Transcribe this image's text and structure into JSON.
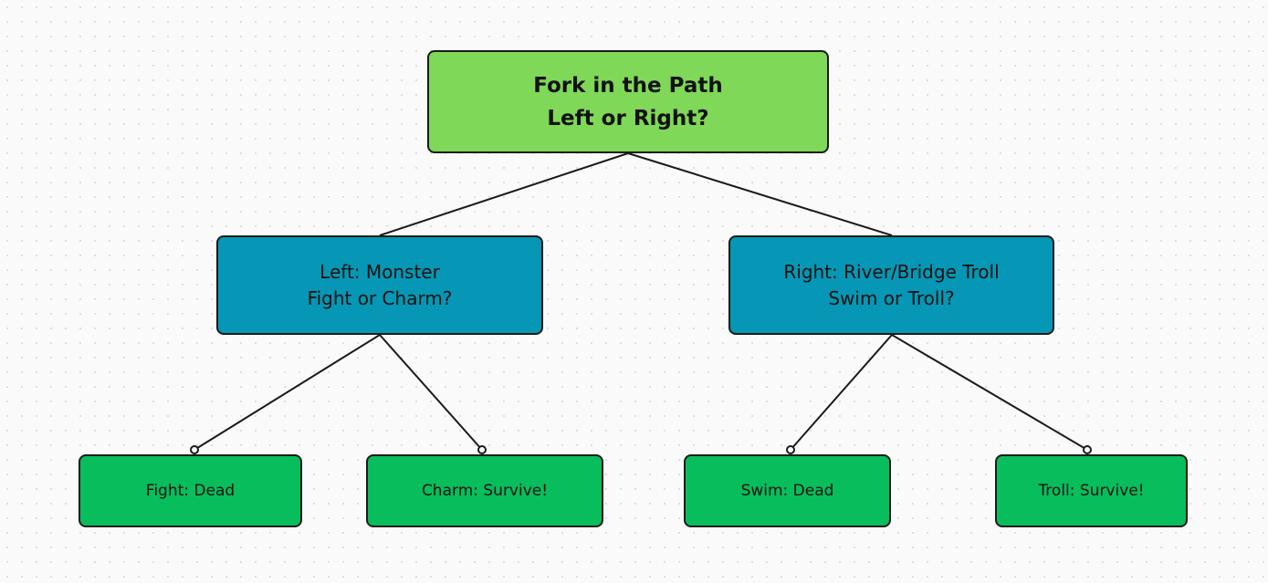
{
  "diagram": {
    "root": {
      "line1": "Fork in the Path",
      "line2": "Left or Right?"
    },
    "left": {
      "line1": "Left: Monster",
      "line2": "Fight or Charm?"
    },
    "right": {
      "line1": "Right: River/Bridge Troll",
      "line2": "Swim or Troll?"
    },
    "leaves": [
      {
        "label": "Fight: Dead"
      },
      {
        "label": "Charm: Survive!"
      },
      {
        "label": "Swim: Dead"
      },
      {
        "label": "Troll: Survive!"
      }
    ]
  },
  "colors": {
    "root_fill": "#7fd857",
    "mid_fill": "#0597b5",
    "leaf_fill": "#08bd5c",
    "stroke": "#1a1a1a"
  }
}
